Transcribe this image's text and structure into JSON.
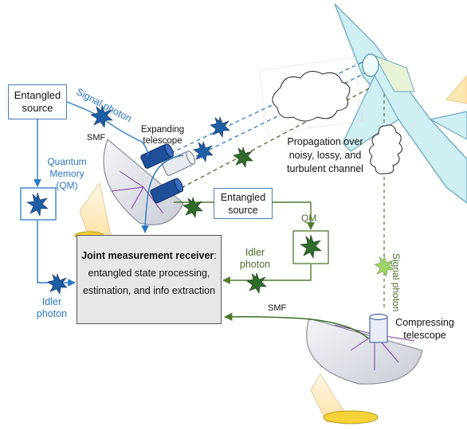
{
  "labels": {
    "entangled_source_left": "Entangled source",
    "signal_photon_left": "Signal photon",
    "smf_left": "SMF",
    "expanding_telescope": "Expanding telescope",
    "quantum_memory": "Quantum Memory (QM)",
    "idler_photon_left": "Idler photon",
    "receiver_title": "Joint measurement receiver",
    "receiver_body": "entangled state processing, estimation, and info extraction",
    "entangled_source_right": "Entangled source",
    "qm_right": "QM",
    "idler_photon_right": "Idler photon",
    "propagation": "Propagation over noisy, lossy, and turbulent channel",
    "signal_photon_right": "Signal photon",
    "compressing_telescope": "Compressing telescope",
    "smf_right": "SMF"
  },
  "colors": {
    "blue_line": "#2a78c4",
    "green_line": "#4d7a2e",
    "blue_photon": "#1e5fa6",
    "green_photon": "#2f6b2a",
    "light_green_photon": "#9ed36a",
    "receiver_fill": "#e7e7e7",
    "dish_fill": "#e8eaf0",
    "beam_yellow": "#fde7b0"
  }
}
